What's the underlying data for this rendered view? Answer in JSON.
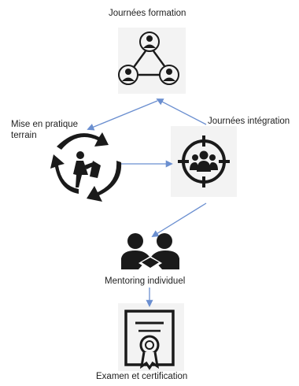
{
  "steps": {
    "formation": "Journées formation",
    "pratique_line1": "Mise en pratique",
    "pratique_line2": "terrain",
    "integration": "Journées intégration",
    "mentoring": "Mentoring individuel",
    "examen": "Examen et certification"
  },
  "colors": {
    "arrow": "#6b8fd0",
    "icon": "#1a1a1a",
    "icon_box": "#f3f3f3"
  },
  "icons": [
    "team-network-icon",
    "recycle-person-icon",
    "target-group-icon",
    "handshake-icon",
    "certificate-icon"
  ]
}
